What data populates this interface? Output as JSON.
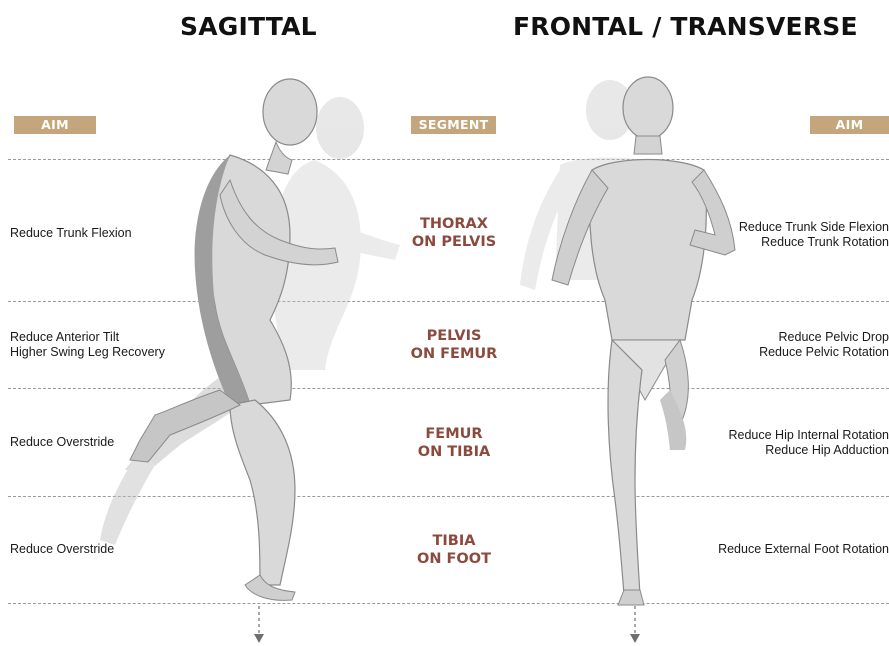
{
  "headings": {
    "sagittal": "SAGITTAL",
    "frontal": "FRONTAL / TRANSVERSE"
  },
  "tags": {
    "aim_left": "AIM",
    "segment": "SEGMENT",
    "aim_right": "AIM"
  },
  "rows": [
    {
      "segment": [
        "THORAX",
        "ON PELVIS"
      ],
      "aim_sagittal": [
        "Reduce Trunk Flexion"
      ],
      "aim_frontal": [
        "Reduce Trunk Side Flexion",
        "Reduce Trunk Rotation"
      ]
    },
    {
      "segment": [
        "PELVIS",
        "ON FEMUR"
      ],
      "aim_sagittal": [
        "Reduce Anterior Tilt",
        "Higher Swing Leg Recovery"
      ],
      "aim_frontal": [
        "Reduce Pelvic Drop",
        "Reduce Pelvic Rotation"
      ]
    },
    {
      "segment": [
        "FEMUR",
        "ON TIBIA"
      ],
      "aim_sagittal": [
        "Reduce Overstride"
      ],
      "aim_frontal": [
        "Reduce Hip Internal Rotation",
        "Reduce Hip Adduction"
      ]
    },
    {
      "segment": [
        "TIBIA",
        "ON FOOT"
      ],
      "aim_sagittal": [
        "Reduce Overstride"
      ],
      "aim_frontal": [
        "Reduce External Foot Rotation"
      ]
    }
  ],
  "colors": {
    "tag_background": "#c4a57c",
    "segment_text": "#8c4a3e",
    "divider": "#9a9a9a",
    "figure_fill": "#d9d9d9",
    "figure_shadow": "#9e9e9e"
  },
  "icons": {
    "sagittal_figure": "running-figure-side-view",
    "frontal_figure": "running-figure-front-view",
    "arrow": "dashed-arrow-down-icon"
  }
}
